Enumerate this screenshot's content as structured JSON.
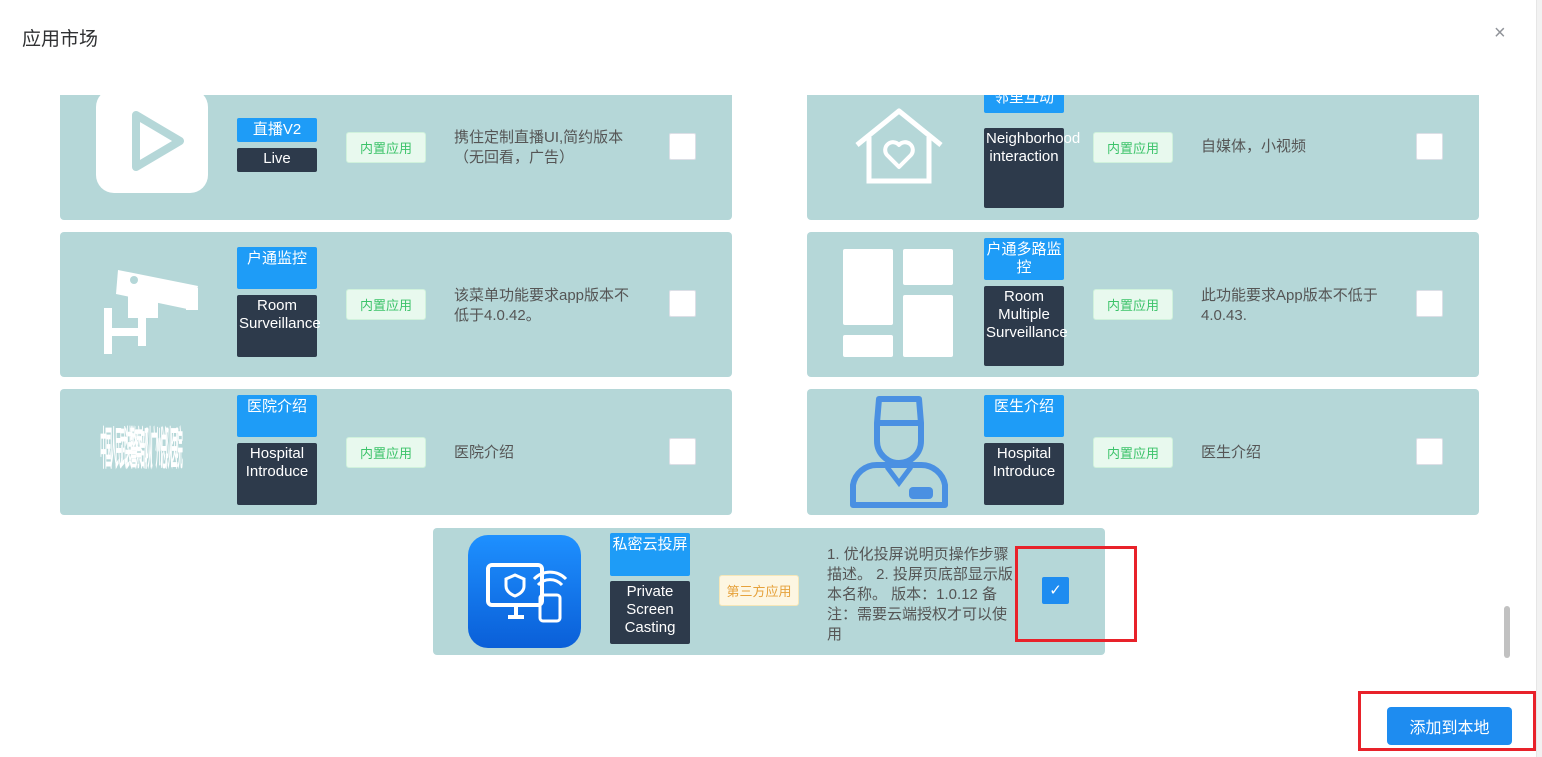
{
  "dialog": {
    "title": "应用市场",
    "close": "×"
  },
  "apps": [
    {
      "zh": "直播V2",
      "en": "Live",
      "badge": "内置应用",
      "desc": "携住定制直播UI,简约版本（无回看，广告）",
      "checked": false,
      "icon": "tv-play-icon"
    },
    {
      "zh": "邻里互动",
      "en": "Neighborhood interaction",
      "badge": "内置应用",
      "desc": "自媒体，小视频",
      "checked": false,
      "icon": "home-heart-icon"
    },
    {
      "zh": "户通监控",
      "en": "Room Surveillance",
      "badge": "内置应用",
      "desc": "该菜单功能要求app版本不低于4.0.42。",
      "checked": false,
      "icon": "cctv-camera-icon"
    },
    {
      "zh": "户通多路监控",
      "en": "Room Multiple Surveillance",
      "badge": "内置应用",
      "desc": "此功能要求App版本不低于4.0.43.",
      "checked": false,
      "icon": "grid-layout-icon"
    },
    {
      "zh": "医院介绍",
      "en": "Hospital Introduce",
      "badge": "内置应用",
      "desc": "医院介绍",
      "checked": false,
      "icon": "hospital-logo-icon"
    },
    {
      "zh": "医生介绍",
      "en": "Hospital Introduce",
      "badge": "内置应用",
      "desc": "医生介绍",
      "checked": false,
      "icon": "doctor-icon"
    },
    {
      "zh": "私密云投屏",
      "en": "Private Screen Casting",
      "badge": "第三方应用",
      "desc": "1. 优化投屏说明页操作步骤描述。 2. 投屏页底部显示版本名称。 版本：1.0.12 备注：需要云端授权才可以使用",
      "checked": true,
      "check_mark": "✓",
      "icon": "screen-cast-icon"
    }
  ],
  "hospital_logo_text": "中国人民武装警察部队广州总队医院",
  "footer": {
    "add_label": "添加到本地"
  },
  "colors": {
    "card_bg": "#b5d7d8",
    "primary": "#1e8cf0",
    "highlight": "#e8222a"
  }
}
